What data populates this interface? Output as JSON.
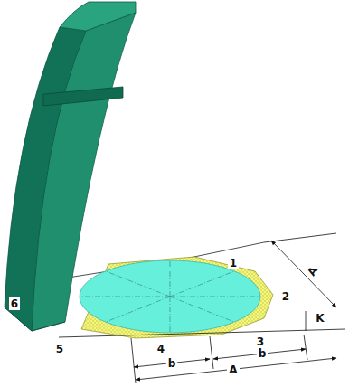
{
  "diagram": {
    "labels": [
      "1",
      "A",
      "2",
      "K",
      "6",
      "5",
      "4",
      "3",
      "b",
      "b",
      "A"
    ]
  }
}
